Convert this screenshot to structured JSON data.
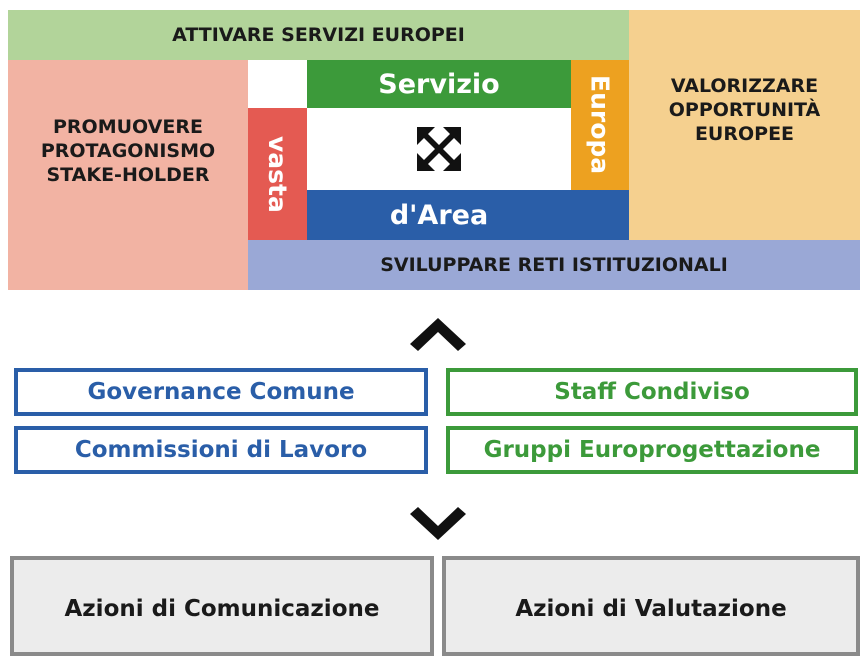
{
  "top": {
    "attivare": "ATTIVARE SERVIZI EUROPEI",
    "valorizzare": [
      "VALORIZZARE",
      "OPPORTUNITÀ",
      "EUROPEE"
    ],
    "promuovere": [
      "PROMUOVERE",
      "PROTAGONISMO",
      "STAKE-HOLDER"
    ],
    "sviluppare": "SVILUPPARE RETI ISTITUZIONALI"
  },
  "core": {
    "servizio": "Servizio",
    "area": "d'Area",
    "vasta": "vasta",
    "europa": "Europa",
    "center_icon": "expand-arrows-icon"
  },
  "connectors": {
    "up_icon": "chevron-up-icon",
    "down_icon": "chevron-down-icon"
  },
  "middle": {
    "governance": "Governance Comune",
    "commissioni": "Commissioni di Lavoro",
    "staff": "Staff Condiviso",
    "gruppi": "Gruppi Europrogettazione"
  },
  "bottom": {
    "comunicazione": "Azioni di Comunicazione",
    "valutazione": "Azioni di Valutazione"
  },
  "colors": {
    "green_light": "#b2d49a",
    "orange_light": "#f5d08f",
    "pink_light": "#f2b3a3",
    "lavender": "#9aa8d6",
    "green": "#3c9a3a",
    "blue": "#2a5ea8",
    "red": "#e45a52",
    "yellow": "#eda120",
    "grey": "#ececec"
  }
}
